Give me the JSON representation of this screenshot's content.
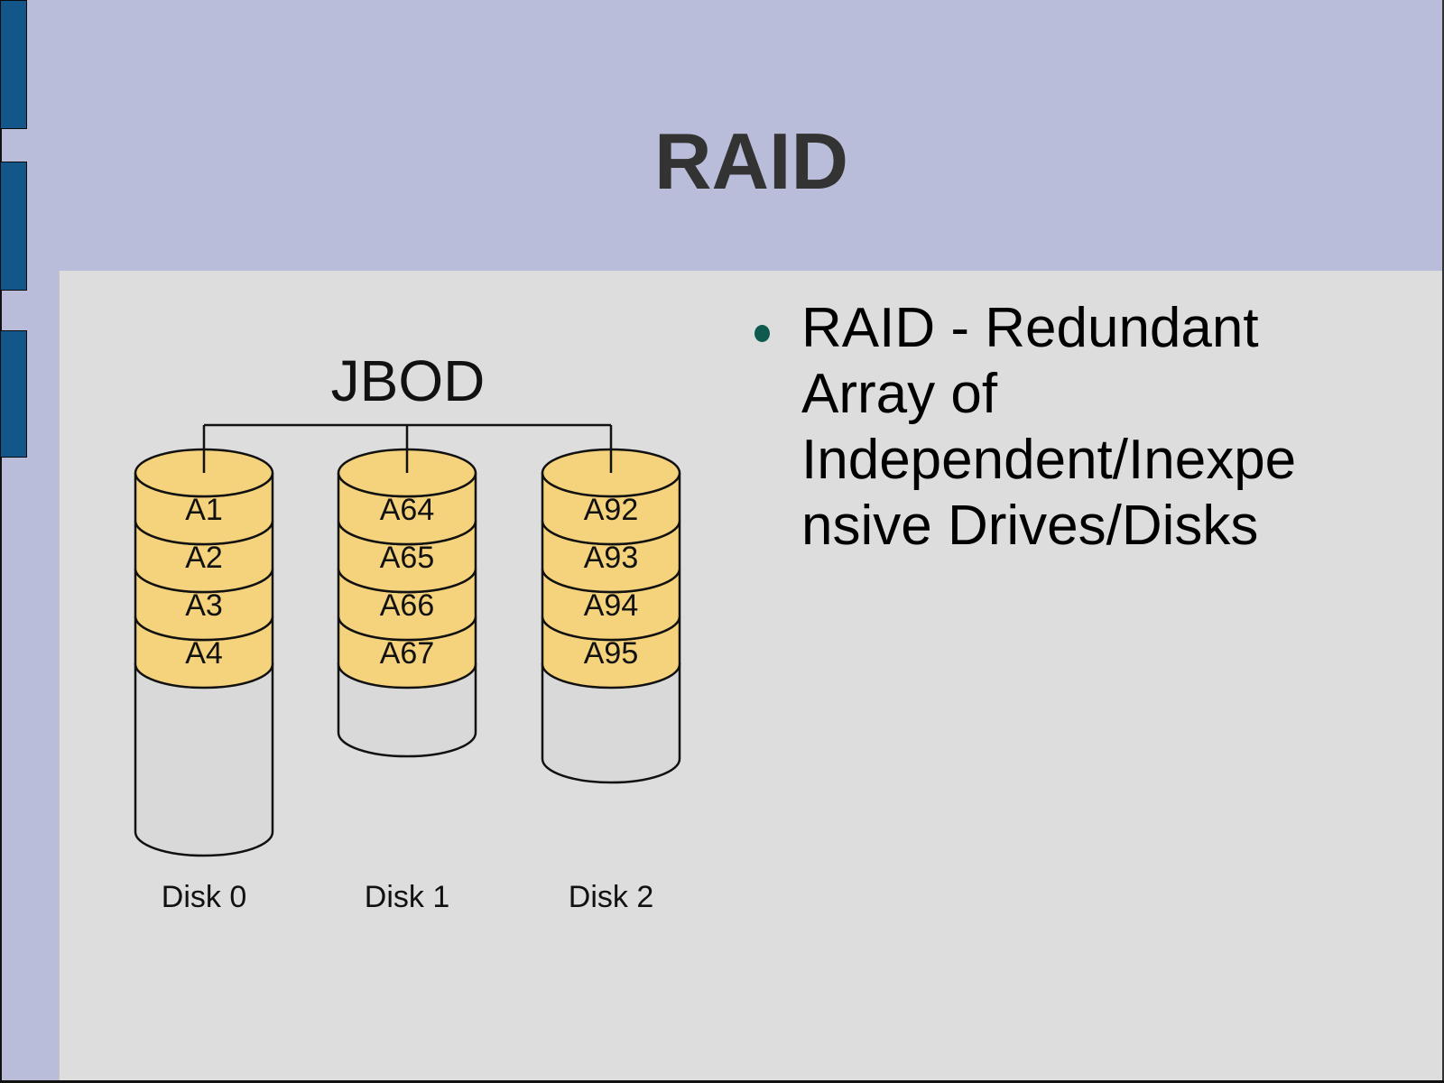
{
  "slide": {
    "title": "RAID",
    "colors": {
      "header_bg": "#b9bdd9",
      "content_bg": "#dddddd",
      "side_accent": "#13578a",
      "title_text": "#333333",
      "bullet": "#0e5a4e",
      "disk_data_fill": "#f5d27c",
      "disk_empty_fill": "#d9d9d9"
    }
  },
  "bullets": [
    {
      "text": "RAID - Redundant Array of Independent/Inexpensive Drives/Disks",
      "lines": [
        "RAID - Redundant",
        "Array of",
        "Independent/Inexpe",
        "nsive Drives/Disks"
      ]
    }
  ],
  "diagram": {
    "title": "JBOD",
    "disks": [
      {
        "name": "Disk 0",
        "blocks": [
          "A1",
          "A2",
          "A3",
          "A4"
        ],
        "empty_capacity": "large"
      },
      {
        "name": "Disk 1",
        "blocks": [
          "A64",
          "A65",
          "A66",
          "A67"
        ],
        "empty_capacity": "small"
      },
      {
        "name": "Disk 2",
        "blocks": [
          "A92",
          "A93",
          "A94",
          "A95"
        ],
        "empty_capacity": "medium"
      }
    ]
  }
}
